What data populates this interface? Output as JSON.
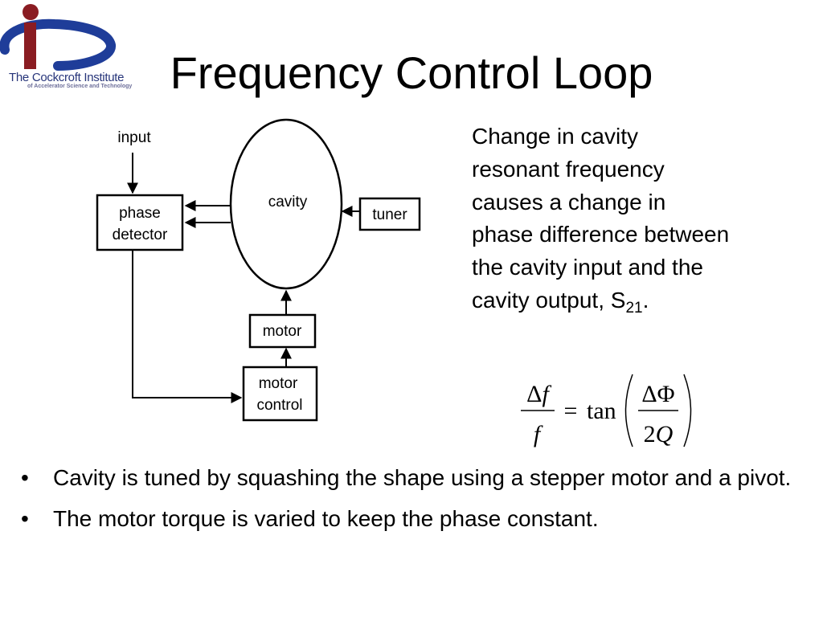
{
  "logo": {
    "name": "The Cockcroft Institute",
    "tagline": "of Accelerator Science and Technology",
    "colors": {
      "red": "#8a1c22",
      "blue": "#1f3d99"
    }
  },
  "title": "Frequency Control Loop",
  "diagram": {
    "input_label": "input",
    "phase_detector_line1": "phase",
    "phase_detector_line2": "detector",
    "cavity_label": "cavity",
    "tuner_label": "tuner",
    "motor_label": "motor",
    "motor_control_line1": "motor",
    "motor_control_line2": "control"
  },
  "description": {
    "lines": [
      "Change in cavity",
      "resonant frequency",
      "causes a change in",
      "phase difference between",
      "the cavity input and the"
    ],
    "last_line_text": "cavity output, S",
    "subscript": "21",
    "end": "."
  },
  "equation": {
    "lhs_numerator": "Δf",
    "lhs_denominator": "f",
    "equals": "=",
    "function": "tan",
    "rhs_numerator": "ΔΦ",
    "rhs_denominator": "2Q"
  },
  "bullets": {
    "marker": "•",
    "items": [
      "Cavity is tuned by squashing the shape using a stepper motor and a pivot.",
      "The motor torque is varied to keep the phase constant."
    ]
  }
}
